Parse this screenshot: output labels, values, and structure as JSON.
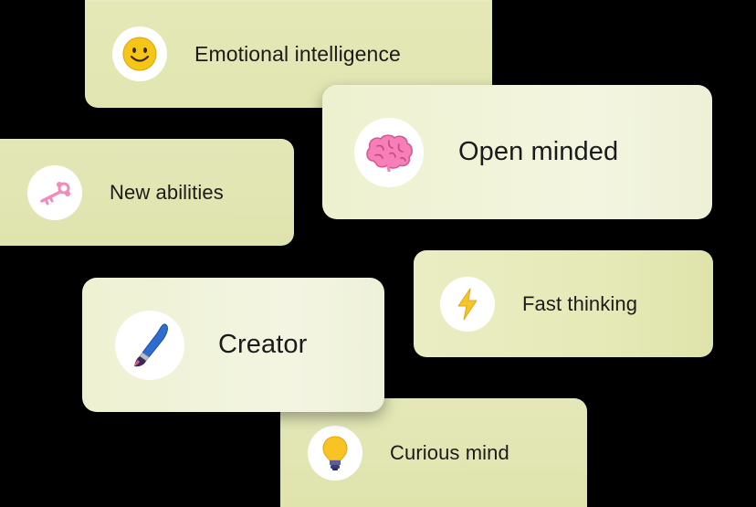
{
  "cards": [
    {
      "id": "emotional",
      "label": "Emotional intelligence",
      "icon": "smiley-face-icon"
    },
    {
      "id": "open",
      "label": "Open minded",
      "icon": "brain-icon"
    },
    {
      "id": "new",
      "label": "New abilities",
      "icon": "key-icon"
    },
    {
      "id": "fast",
      "label": "Fast thinking",
      "icon": "lightning-bolt-icon"
    },
    {
      "id": "creator",
      "label": "Creator",
      "icon": "paintbrush-icon"
    },
    {
      "id": "curious",
      "label": "Curious mind",
      "icon": "light-bulb-icon"
    }
  ],
  "colors": {
    "background": "#000000",
    "card_green": "#e2e7b3",
    "card_light": "#f1f3db",
    "smiley_yellow": "#f5c518",
    "brain_pink": "#f57fb6",
    "key_pink": "#f38ab9",
    "bolt_yellow": "#f6c52a",
    "brush_blue": "#2f6ccf",
    "bulb_yellow": "#f7c325"
  }
}
